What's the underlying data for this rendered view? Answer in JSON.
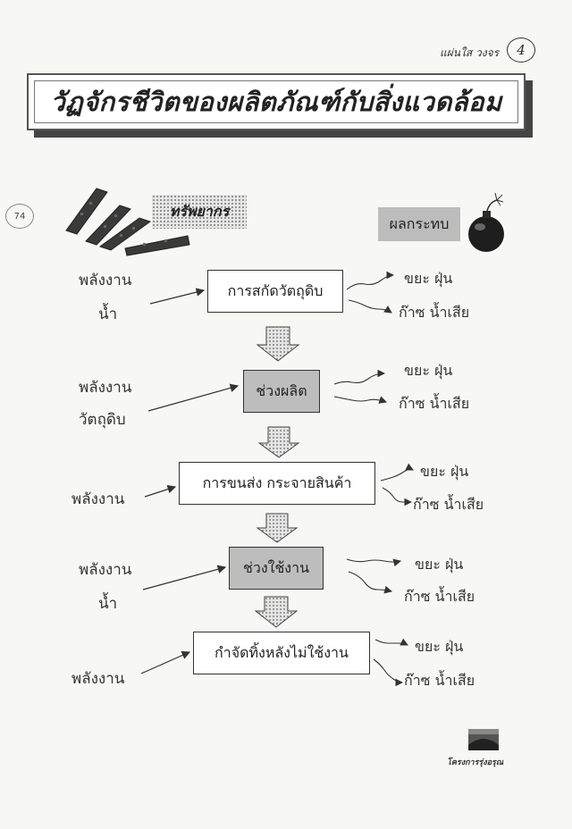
{
  "header": {
    "label": "แผ่นใส วงจร",
    "page_badge": "4",
    "side_page": "74"
  },
  "title": "วัฏจักรชีวิตของผลิตภัณฑ์กับสิ่งแวดล้อม",
  "legend": {
    "resources": "ทรัพยากร",
    "impacts": "ผลกระทบ"
  },
  "stages": [
    {
      "label": "การสกัดวัตถุดิบ",
      "inputs": [
        "พลังงาน",
        "น้ำ"
      ],
      "outputs": [
        "ขยะ ฝุ่น",
        "ก๊าซ น้ำเสีย"
      ]
    },
    {
      "label": "ช่วงผลิต",
      "inputs": [
        "พลังงาน",
        "วัตถุดิบ"
      ],
      "outputs": [
        "ขยะ ฝุ่น",
        "ก๊าซ น้ำเสีย"
      ]
    },
    {
      "label": "การขนส่ง กระจายสินค้า",
      "inputs": [
        "พลังงาน"
      ],
      "outputs": [
        "ขยะ ฝุ่น",
        "ก๊าซ น้ำเสีย"
      ]
    },
    {
      "label": "ช่วงใช้งาน",
      "inputs": [
        "พลังงาน",
        "น้ำ"
      ],
      "outputs": [
        "ขยะ ฝุ่น",
        "ก๊าซ น้ำเสีย"
      ]
    },
    {
      "label": "กำจัดทิ้งหลังไม่ใช้งาน",
      "inputs": [
        "พลังงาน"
      ],
      "outputs": [
        "ขยะ ฝุ่น",
        "ก๊าซ น้ำเสีย"
      ]
    }
  ],
  "footer": {
    "logo_text": "โครงการรุ่งอรุณ"
  }
}
